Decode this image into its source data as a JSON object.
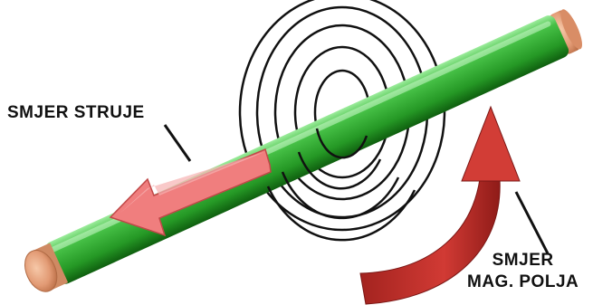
{
  "labels": {
    "current_direction": "SMJER STRUJE",
    "field_direction_line1": "SMJER",
    "field_direction_line2": "MAG. POLJA"
  },
  "colors": {
    "wire_insulation": "#2fa02f",
    "wire_highlight": "#7fe07f",
    "copper_end": "#e8a27a",
    "current_arrow": "#f07a7a",
    "field_arrow": "#c0302a",
    "field_rings": "#111111"
  },
  "diagram": {
    "field_ring_count": 5,
    "subject": "straight conductor with concentric magnetic field lines"
  }
}
